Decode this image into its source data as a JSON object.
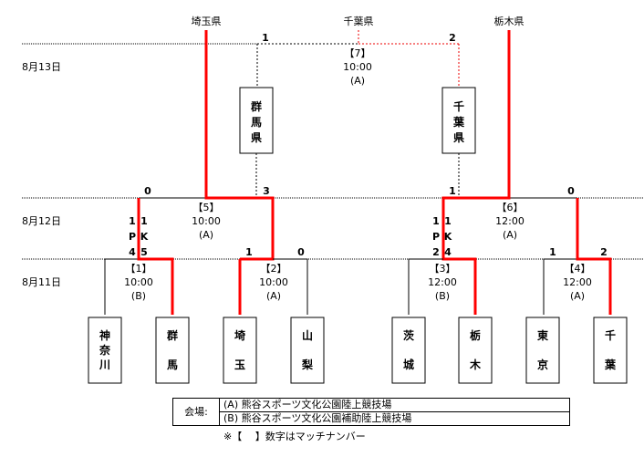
{
  "dates": {
    "day3": "8月13日",
    "day2": "8月12日",
    "day1": "8月11日"
  },
  "top_labels": {
    "left": "埼玉県",
    "center": "千葉県",
    "right": "栃木県"
  },
  "teams": [
    {
      "name": "神奈川",
      "chars": [
        "神",
        "奈",
        "川"
      ]
    },
    {
      "name": "群馬",
      "chars": [
        "群",
        "馬"
      ]
    },
    {
      "name": "埼玉",
      "chars": [
        "埼",
        "玉"
      ]
    },
    {
      "name": "山梨",
      "chars": [
        "山",
        "梨"
      ]
    },
    {
      "name": "茨城",
      "chars": [
        "茨",
        "城"
      ]
    },
    {
      "name": "栃木",
      "chars": [
        "栃",
        "木"
      ]
    },
    {
      "name": "東京",
      "chars": [
        "東",
        "京"
      ]
    },
    {
      "name": "千葉",
      "chars": [
        "千",
        "葉"
      ]
    }
  ],
  "seeds": [
    {
      "name": "群馬県",
      "chars": [
        "群",
        "馬",
        "県"
      ]
    },
    {
      "name": "千葉県",
      "chars": [
        "千",
        "葉",
        "県"
      ]
    }
  ],
  "matches": [
    {
      "no": "【1】",
      "time": "10:00",
      "venue": "(B)",
      "score_left": "1",
      "score_right": "1",
      "pk_left": "4",
      "pk_right": "5"
    },
    {
      "no": "【2】",
      "time": "10:00",
      "venue": "(A)",
      "score_left": "1",
      "score_right": "0"
    },
    {
      "no": "【3】",
      "time": "12:00",
      "venue": "(B)",
      "score_left": "1",
      "score_right": "1",
      "pk_left": "2",
      "pk_right": "4"
    },
    {
      "no": "【4】",
      "time": "12:00",
      "venue": "(A)",
      "score_left": "1",
      "score_right": "2"
    },
    {
      "no": "【5】",
      "time": "10:00",
      "venue": "(A)",
      "score_left": "0",
      "score_right": "3"
    },
    {
      "no": "【6】",
      "time": "12:00",
      "venue": "(A)",
      "score_left": "1",
      "score_right": "0"
    },
    {
      "no": "【7】",
      "time": "10:00",
      "venue": "(A)",
      "score_left": "1",
      "score_right": "2"
    }
  ],
  "pk_label": {
    "p": "P",
    "k": "K"
  },
  "legend": {
    "label": "会場:",
    "venue_a": "(A) 熊谷スポーツ文化公園陸上競技場",
    "venue_b": "(B) 熊谷スポーツ文化公園補助陸上競技場",
    "note": "※【　 】数字はマッチナンバー"
  },
  "colors": {
    "winner_line": "#ff0000",
    "line": "#000000"
  }
}
